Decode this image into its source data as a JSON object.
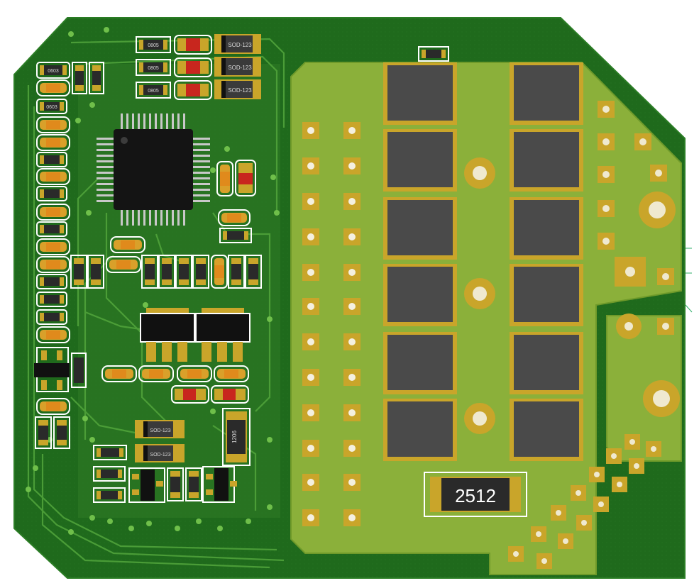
{
  "board": {
    "name": "pcb-board",
    "colors": {
      "background": "#ffffff",
      "board_dark": "#1f6a1c",
      "board_light": "#8bb03a",
      "copper_trace": "#3f8f2a",
      "pad": "#c9a52a",
      "silkscreen": "#ffffff",
      "ic_body": "#1a1a1a",
      "mosfet_body": "#4a4a4a",
      "resistor_body": "#2a2a2a",
      "capacitor_body": "#e08a1c",
      "diode_body": "#c8261e"
    }
  },
  "labels": {
    "big_resistor": "2512",
    "sod123": "SOD-123",
    "r0603": "0603",
    "r0805": "0805",
    "r1206": "1206"
  }
}
